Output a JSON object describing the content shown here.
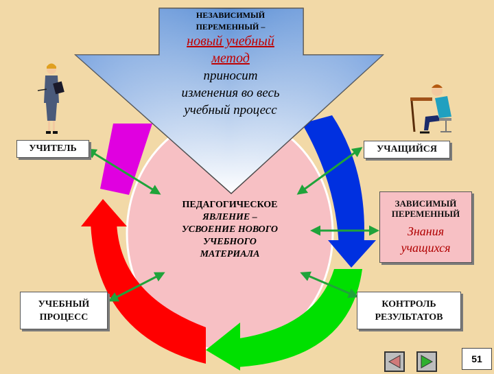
{
  "arrow": {
    "line1": "НЕЗАВИСИМЫЙ",
    "line2": "ПЕРЕМЕННЫЙ –",
    "line3": "новый учебный",
    "line4": "метод",
    "line5": "приносит",
    "line6": "изменения во весь",
    "line7": "учебный процесс"
  },
  "center": {
    "line1": "ПЕДАГОГИЧЕСКОЕ",
    "line2": "ЯВЛЕНИЕ –",
    "line3": "УСВОЕНИЕ НОВОГО",
    "line4": "УЧЕБНОГО",
    "line5": "МАТЕРИАЛА"
  },
  "labels": {
    "teacher": "УЧИТЕЛЬ",
    "student": "УЧАЩИЙСЯ",
    "process_1": "УЧЕБНЫЙ",
    "process_2": "ПРОЦЕСС",
    "control_1": "КОНТРОЛЬ",
    "control_2": "РЕЗУЛЬТАТОВ"
  },
  "dependent": {
    "line1": "ЗАВИСИМЫЙ",
    "line2": "ПЕРЕМЕННЫЙ",
    "line3": "Знания",
    "line4": "учащихся"
  },
  "nav": {
    "prev_icon": "triangle-left-icon",
    "next_icon": "triangle-right-icon"
  },
  "page_number": "51",
  "colors": {
    "background": "#f2d9a7",
    "circle_fill": "#f7c0c4",
    "arrow_gradient_top": "#5b8fd6",
    "arrow_gradient_bottom": "#ffffff",
    "ring_magenta": "#e000e0",
    "ring_blue": "#0030e0",
    "ring_red": "#ff0000",
    "ring_green": "#00e000",
    "connector_green": "#1fa33a"
  }
}
